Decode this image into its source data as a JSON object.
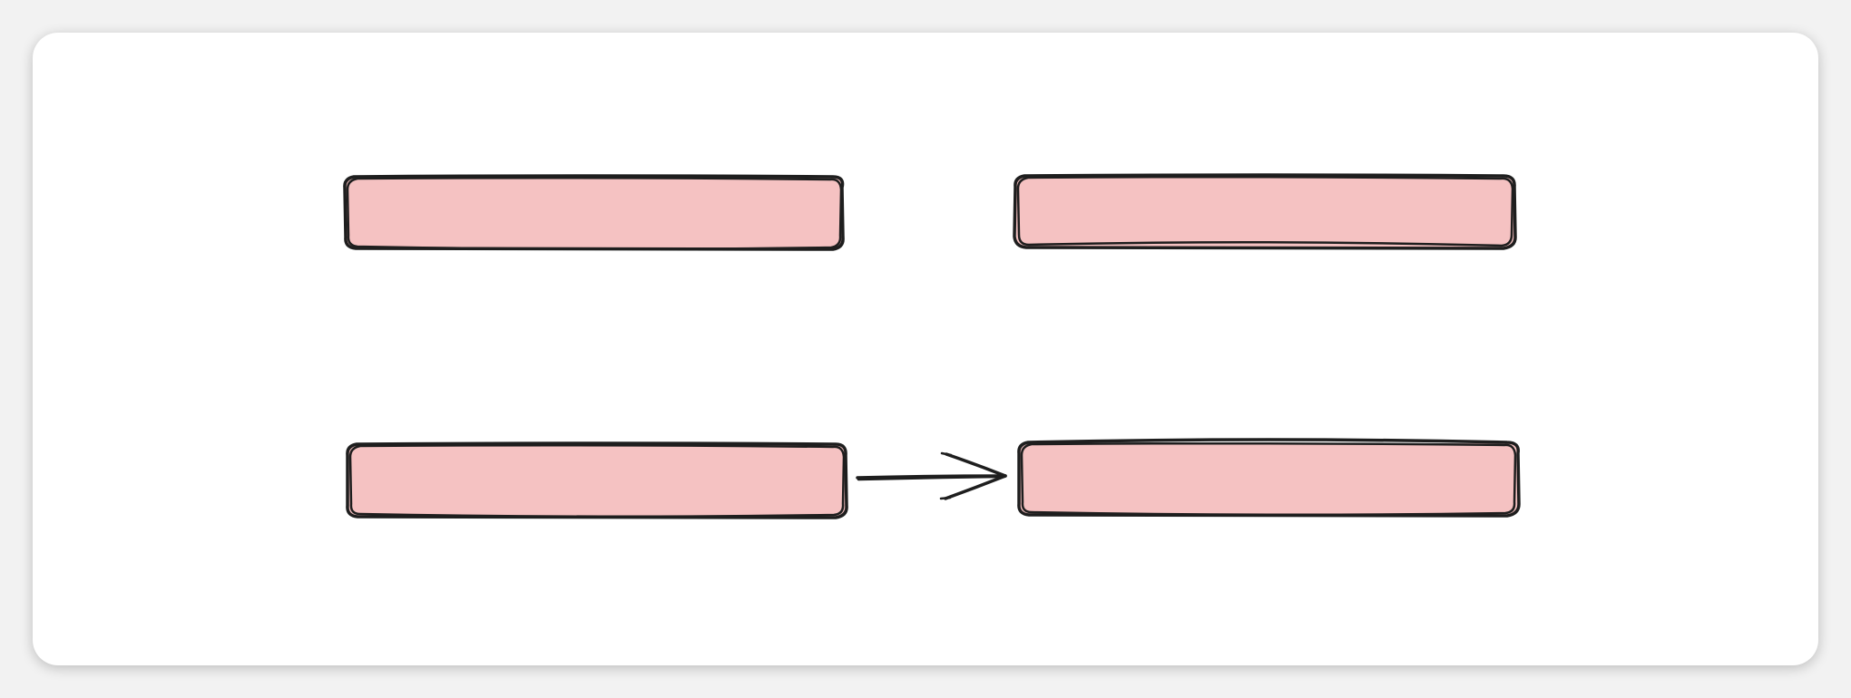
{
  "diagram": {
    "boxes": [
      {
        "id": "box-top-left",
        "label": ""
      },
      {
        "id": "box-top-right",
        "label": ""
      },
      {
        "id": "box-bottom-left",
        "label": ""
      },
      {
        "id": "box-bottom-right",
        "label": ""
      }
    ],
    "connectors": [
      {
        "from": "box-bottom-left",
        "to": "box-bottom-right",
        "style": "arrow"
      }
    ],
    "colors": {
      "box_fill": "#f5c2c2",
      "stroke": "#1e1e1e",
      "canvas": "#ffffff",
      "backdrop": "#f2f2f2"
    }
  }
}
